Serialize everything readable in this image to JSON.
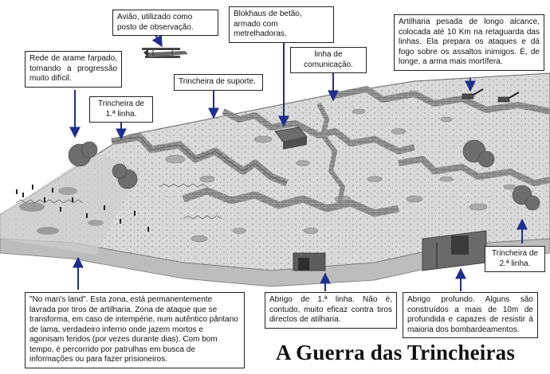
{
  "title": "A Guerra das Trincheiras",
  "colors": {
    "arrow": "#1f2f8a",
    "ground": "#d9d9d9",
    "sandbag": "#8a8a8a",
    "box_border": "#222222"
  },
  "labels": {
    "barbed_wire": "Rede de arame farpado, tornando a progressão muito difícil.",
    "first_line": "Trincheira de 1.ª linha.",
    "airplane": "Avião, utilizado como posto de observação.",
    "support": "Trincheira de suporte.",
    "blockhouse": "Blokhaus de betão, armado com metrelhadoras.",
    "communication": "linha de comunicação.",
    "artillery": "Artilharia pesada de longo alcance, colocada até 10 Km na retaguarda das linhas. Ela prepara os ataques e dá fogo sobre os assaltos inimigos. É, de longe, a arma mais mortífera.",
    "second_line": "Trincheira de 2.ª linha.",
    "no_mans_land": "\"No man's land\". Esta zona, está permanentemente lavrada por tiros de artilharia. Zona de ataque que se transforma, em caso de intempérie, num autêntico pântano de lama, verdadeiro inferno onde jazem mortos e agonisam feridos (por vezes durante dias). Com bom tempo, é percorrido por patrulhas em busca de informações ou para fazer prisioneiros.",
    "shelter_first": "Abrigo de 1.ª linha. Não é, contudo, muito eficaz contra tiros directos de atilharia.",
    "deep_shelter": "Abrigo profundo. Alguns são construídos a mais de 10m de profundida e capazes de resistir à maioria dos bombardeamentos."
  }
}
